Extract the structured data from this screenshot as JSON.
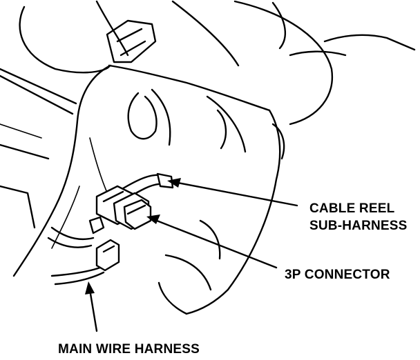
{
  "callouts": {
    "cable_reel_line1": "CABLE REEL",
    "cable_reel_line2": "SUB-HARNESS",
    "connector_3p": "3P CONNECTOR",
    "main_wire_harness": "MAIN WIRE HARNESS"
  },
  "colors": {
    "ink": "#000000",
    "paper": "#ffffff"
  }
}
